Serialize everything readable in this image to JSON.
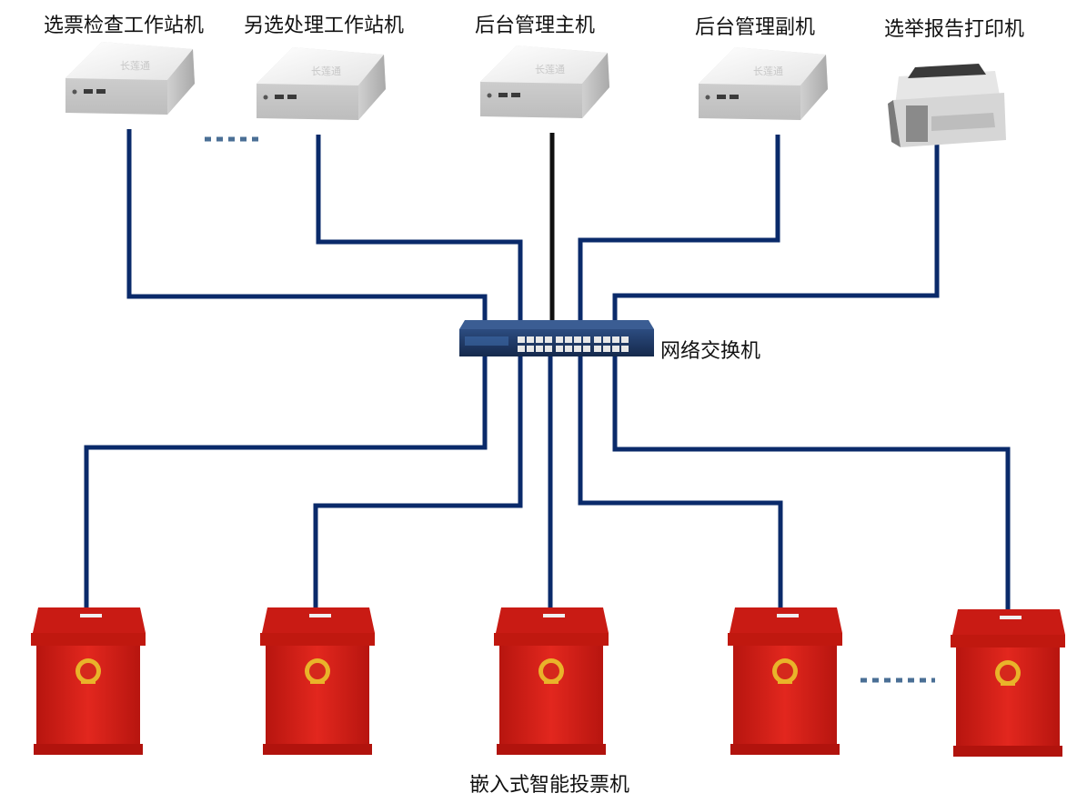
{
  "labels": {
    "top_1": "选票检查工作站机",
    "top_2": "另选处理工作站机",
    "top_3": "后台管理主机",
    "top_4": "后台管理副机",
    "top_5": "选举报告打印机",
    "switch": "网络交换机",
    "bottom": "嵌入式智能投票机"
  },
  "device_brand": "长莲通",
  "colors": {
    "cable": "#0a2a6a",
    "main_cable": "#111111",
    "box_red": "#d8221c",
    "switch_blue": "#1f3a66",
    "device_body": "#f3f3f3",
    "ellipsis": "#4a6f95"
  }
}
